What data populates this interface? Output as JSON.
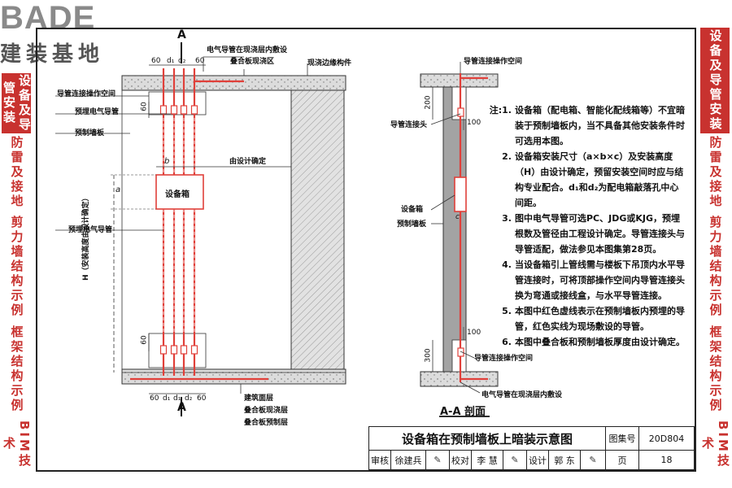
{
  "logo": {
    "latin": "BADE",
    "cjk": "建装基地"
  },
  "side_tabs_left": [
    "设备及导管安装",
    "防雷及接地",
    "剪力墙结构示例",
    "框架结构示例",
    "BIM技术"
  ],
  "side_tabs_right": [
    "设备及导管安装",
    "防雷及接地",
    "剪力墙结构示例",
    "框架结构示例",
    "BIM技术"
  ],
  "elevation": {
    "section_mark": "A",
    "labels": {
      "conduit_cast": "电气导管在现浇层内敷设",
      "composite_cast": "叠合板现浇区",
      "cast_edge": "现浇边缘构件",
      "connector_space": "导管连接操作空间",
      "prefab_conduit_top": "预埋电气导管",
      "prefab_panel": "预制墙板",
      "by_design": "由设计确定",
      "box": "设备箱",
      "prefab_conduit_mid": "预埋电气导管",
      "h_label": "H（安装高度由设计确定）",
      "building_layer": "建筑面层",
      "composite_cast_layer": "叠合板现浇层",
      "composite_prefab_layer": "叠合板预制层"
    },
    "dims_top": [
      "60",
      "d₁",
      "d₂",
      "60"
    ],
    "dims_bottom": [
      "60",
      "d₁",
      "d₁",
      "d₂",
      "60"
    ],
    "dim_60": "60",
    "dim_a": "a",
    "dim_b": "b"
  },
  "section": {
    "title": "A-A 剖面",
    "labels": {
      "connector_space_top": "导管连接操作空间",
      "connector_head": "导管连接头",
      "box": "设备箱",
      "prefab_panel": "预制墙板",
      "connector_space_bottom": "导管连接操作空间",
      "conduit_cast": "电气导管在现浇层内敷设"
    },
    "dims": {
      "d200": "200",
      "d100_top": "100",
      "c": "c",
      "d100_bottom": "100",
      "d300": "300"
    }
  },
  "notes": {
    "prefix": "注:",
    "items": [
      "设备箱（配电箱、智能化配线箱等）不宜暗装于预制墙板内，当不具备其他安装条件时可选用本图。",
      "设备箱安装尺寸（a×b×c）及安装高度（H）由设计确定，预留安装空间时应与结构专业配合。d₁和d₂为配电箱敲落孔中心间距。",
      "图中电气导管可选PC、JDG或KJG，预埋根数及管径由工程设计确定。导管连接头与导管适配，做法参见本图集第28页。",
      "当设备箱引上管线需与楼板下吊顶内水平导管连接时，可将顶部操作空间内导管连接头换为弯通或接线盒，与水平导管连接。",
      "本图中红色虚线表示在预制墙板内预埋的导管，红色实线为现场敷设的导管。",
      "本图中叠合板和预制墙板厚度由设计确定。"
    ]
  },
  "title_block": {
    "title": "设备箱在预制墙板上暗装示意图",
    "atlas_label": "图集号",
    "atlas_no": "20D804",
    "review_label": "审核",
    "reviewer": "徐建兵",
    "check_label": "校对",
    "checker": "李 慧",
    "design_label": "设计",
    "designer": "郭 东",
    "page_label": "页",
    "page_no": "18"
  },
  "colors": {
    "accent": "#c8322f",
    "conduit": "#e0403a",
    "concrete": "#d9d9d9"
  }
}
